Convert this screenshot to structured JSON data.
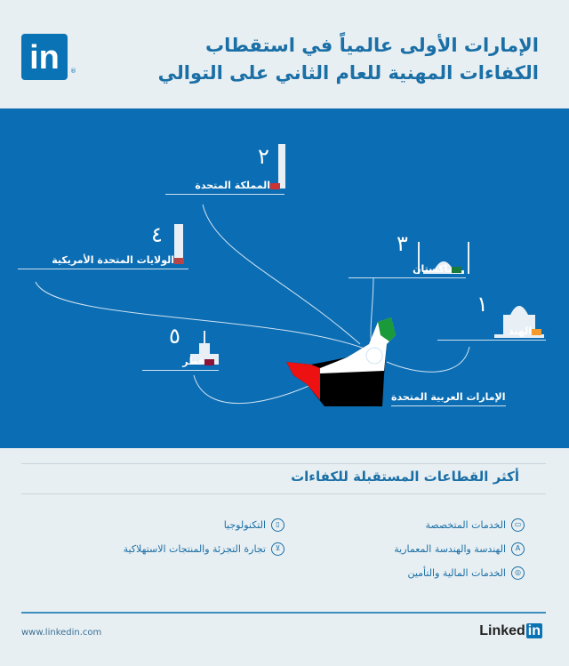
{
  "header": {
    "logo": "in",
    "title_line1": "الإمارات الأولى عالمياً في استقطاب",
    "title_line2": "الكفاءات المهنية للعام الثاني على التوالي"
  },
  "map": {
    "countries": [
      {
        "rank": "٢",
        "name": "المملكة المتحدة"
      },
      {
        "rank": "٤",
        "name": "الولايات المتحدة الأمريكية"
      },
      {
        "rank": "٣",
        "name": "باكستان"
      },
      {
        "rank": "١",
        "name": "الهند"
      },
      {
        "rank": "٥",
        "name": "قطر"
      }
    ],
    "destination": "الإمارات العربية المتحدة"
  },
  "sectors": {
    "heading": "أكثر القطاعات المستقبلة للكفاءات",
    "items": [
      "الخدمات المتخصصة",
      "الهندسة والهندسة المعمارية",
      "الخدمات المالية والتأمين",
      "التكنولوجيا",
      "تجارة التجزئة والمنتجات الاستهلاكية"
    ]
  },
  "footer": {
    "url": "www.linkedin.com",
    "brand": "Linked",
    "brand_in": "in"
  }
}
